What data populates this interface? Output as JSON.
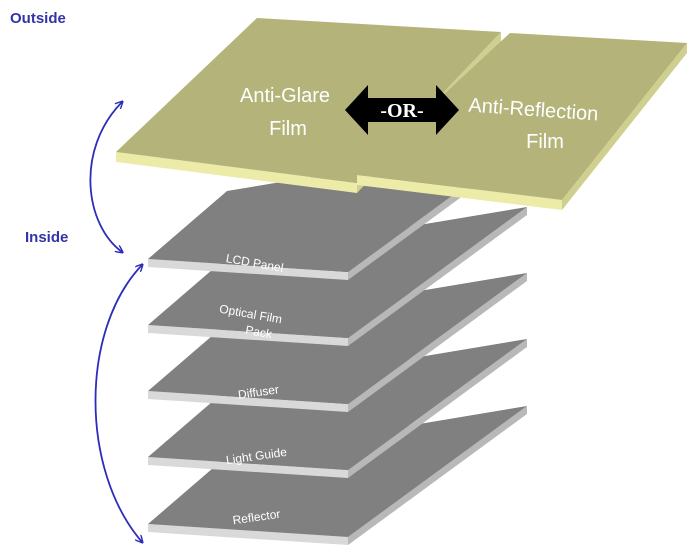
{
  "labels": {
    "outside": "Outside",
    "inside": "Inside",
    "or": "-OR-"
  },
  "films": [
    {
      "line1": "Anti-Glare",
      "line2": "Film"
    },
    {
      "line1": "Anti-Reflection",
      "line2": "Film"
    }
  ],
  "layers": [
    {
      "line1": "LCD Panel",
      "line2": ""
    },
    {
      "line1": "Optical Film",
      "line2": "Pack"
    },
    {
      "line1": "Diffuser",
      "line2": ""
    },
    {
      "line1": "Light Guide",
      "line2": ""
    },
    {
      "line1": "Reflector",
      "line2": ""
    }
  ],
  "colors": {
    "film_top": "#b4b47a",
    "film_side": "#ececa8",
    "layer_top": "#808080",
    "layer_side": "#cfcfcf",
    "arrow_curve": "#2d2dbb",
    "or_arrow": "#000000",
    "label": "#3333aa"
  }
}
